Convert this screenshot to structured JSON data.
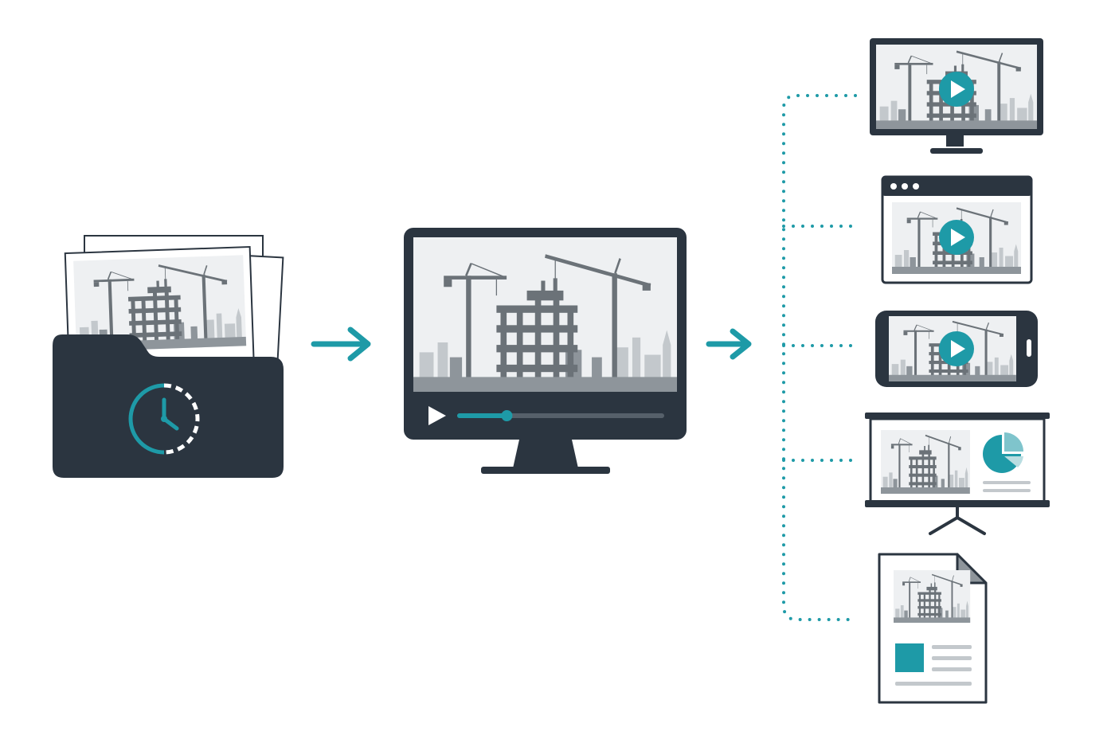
{
  "colors": {
    "dark": "#2b3540",
    "accent": "#1e9aa7",
    "gray_dark": "#6b7278",
    "gray_mid": "#8e959b",
    "gray_light": "#c3c8cc",
    "screen_bg": "#eef0f2"
  },
  "source": {
    "item": "photo-folder",
    "icons": [
      "photo-stack",
      "folder-icon",
      "timelapse-clock-icon"
    ]
  },
  "processor": {
    "item": "desktop-monitor-video-player",
    "icons": [
      "monitor-icon",
      "play-icon",
      "progress-bar"
    ],
    "progress": 0.24
  },
  "outputs": [
    {
      "id": "tv",
      "icon": "tv-icon"
    },
    {
      "id": "browser",
      "icon": "browser-window-icon"
    },
    {
      "id": "phone",
      "icon": "smartphone-icon"
    },
    {
      "id": "presentation",
      "icon": "projector-screen-icon"
    },
    {
      "id": "document",
      "icon": "document-icon"
    }
  ]
}
